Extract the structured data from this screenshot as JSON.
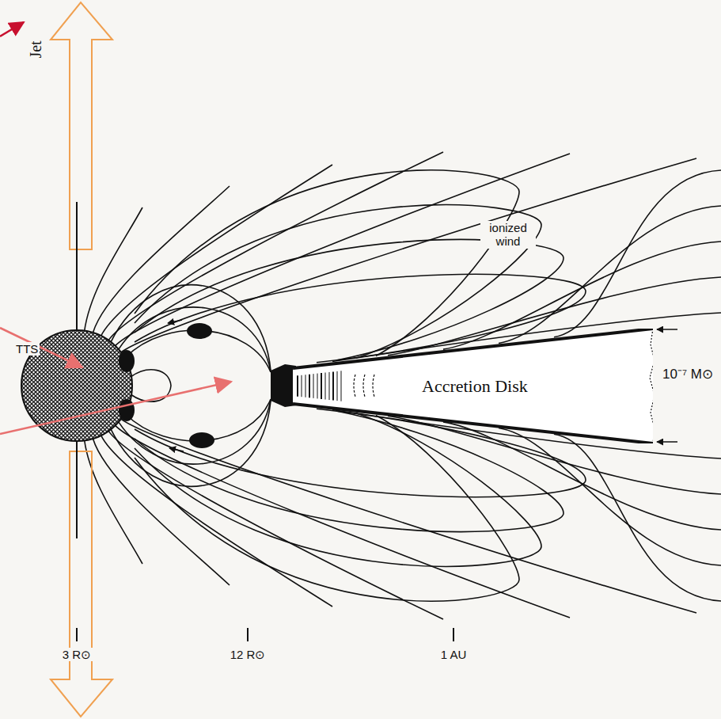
{
  "diagram": {
    "nodes": [
      {
        "text": [
          "Accretion Disk"
        ]
      }
    ],
    "labels": [
      "Jet",
      "TTS",
      "ionized wind",
      "10⁻⁷ M⊙",
      "3 R⊙",
      "12 R⊙",
      "1 AU"
    ]
  }
}
